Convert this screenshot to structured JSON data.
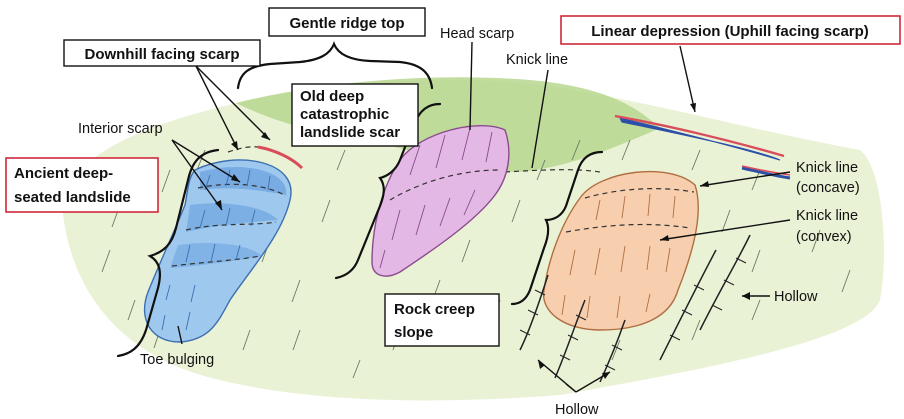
{
  "labels": {
    "gentle_ridge_top": "Gentle ridge top",
    "downhill_facing_scarp": "Downhill facing scarp",
    "head_scarp": "Head scarp",
    "linear_depression": "Linear depression (Uphill facing scarp)",
    "knick_line_top": "Knick line",
    "old_deep_landslide_scar": [
      "Old deep",
      "catastrophic",
      "landslide scar"
    ],
    "interior_scarp": "Interior scarp",
    "ancient_deep_seated_landslide": [
      "Ancient deep-",
      "seated landslide"
    ],
    "knick_line_concave": [
      "Knick line",
      "(concave)"
    ],
    "knick_line_convex": [
      "Knick line",
      "(convex)"
    ],
    "hollow_right": "Hollow",
    "rock_creep_slope": [
      "Rock creep",
      "slope"
    ],
    "toe_bulging": "Toe bulging",
    "hollow_bottom": "Hollow"
  },
  "colors": {
    "slope": "#eaf2d6",
    "ridge": "#b7d78e",
    "ancient_landslide": "#9fc8ef",
    "old_scar": "#e3b8e4",
    "rock_creep": "#f7cfae",
    "scarp_red": "#d94d5a",
    "depression_blue": "#2c4fa8",
    "label_box_accent": "#d0283a"
  }
}
